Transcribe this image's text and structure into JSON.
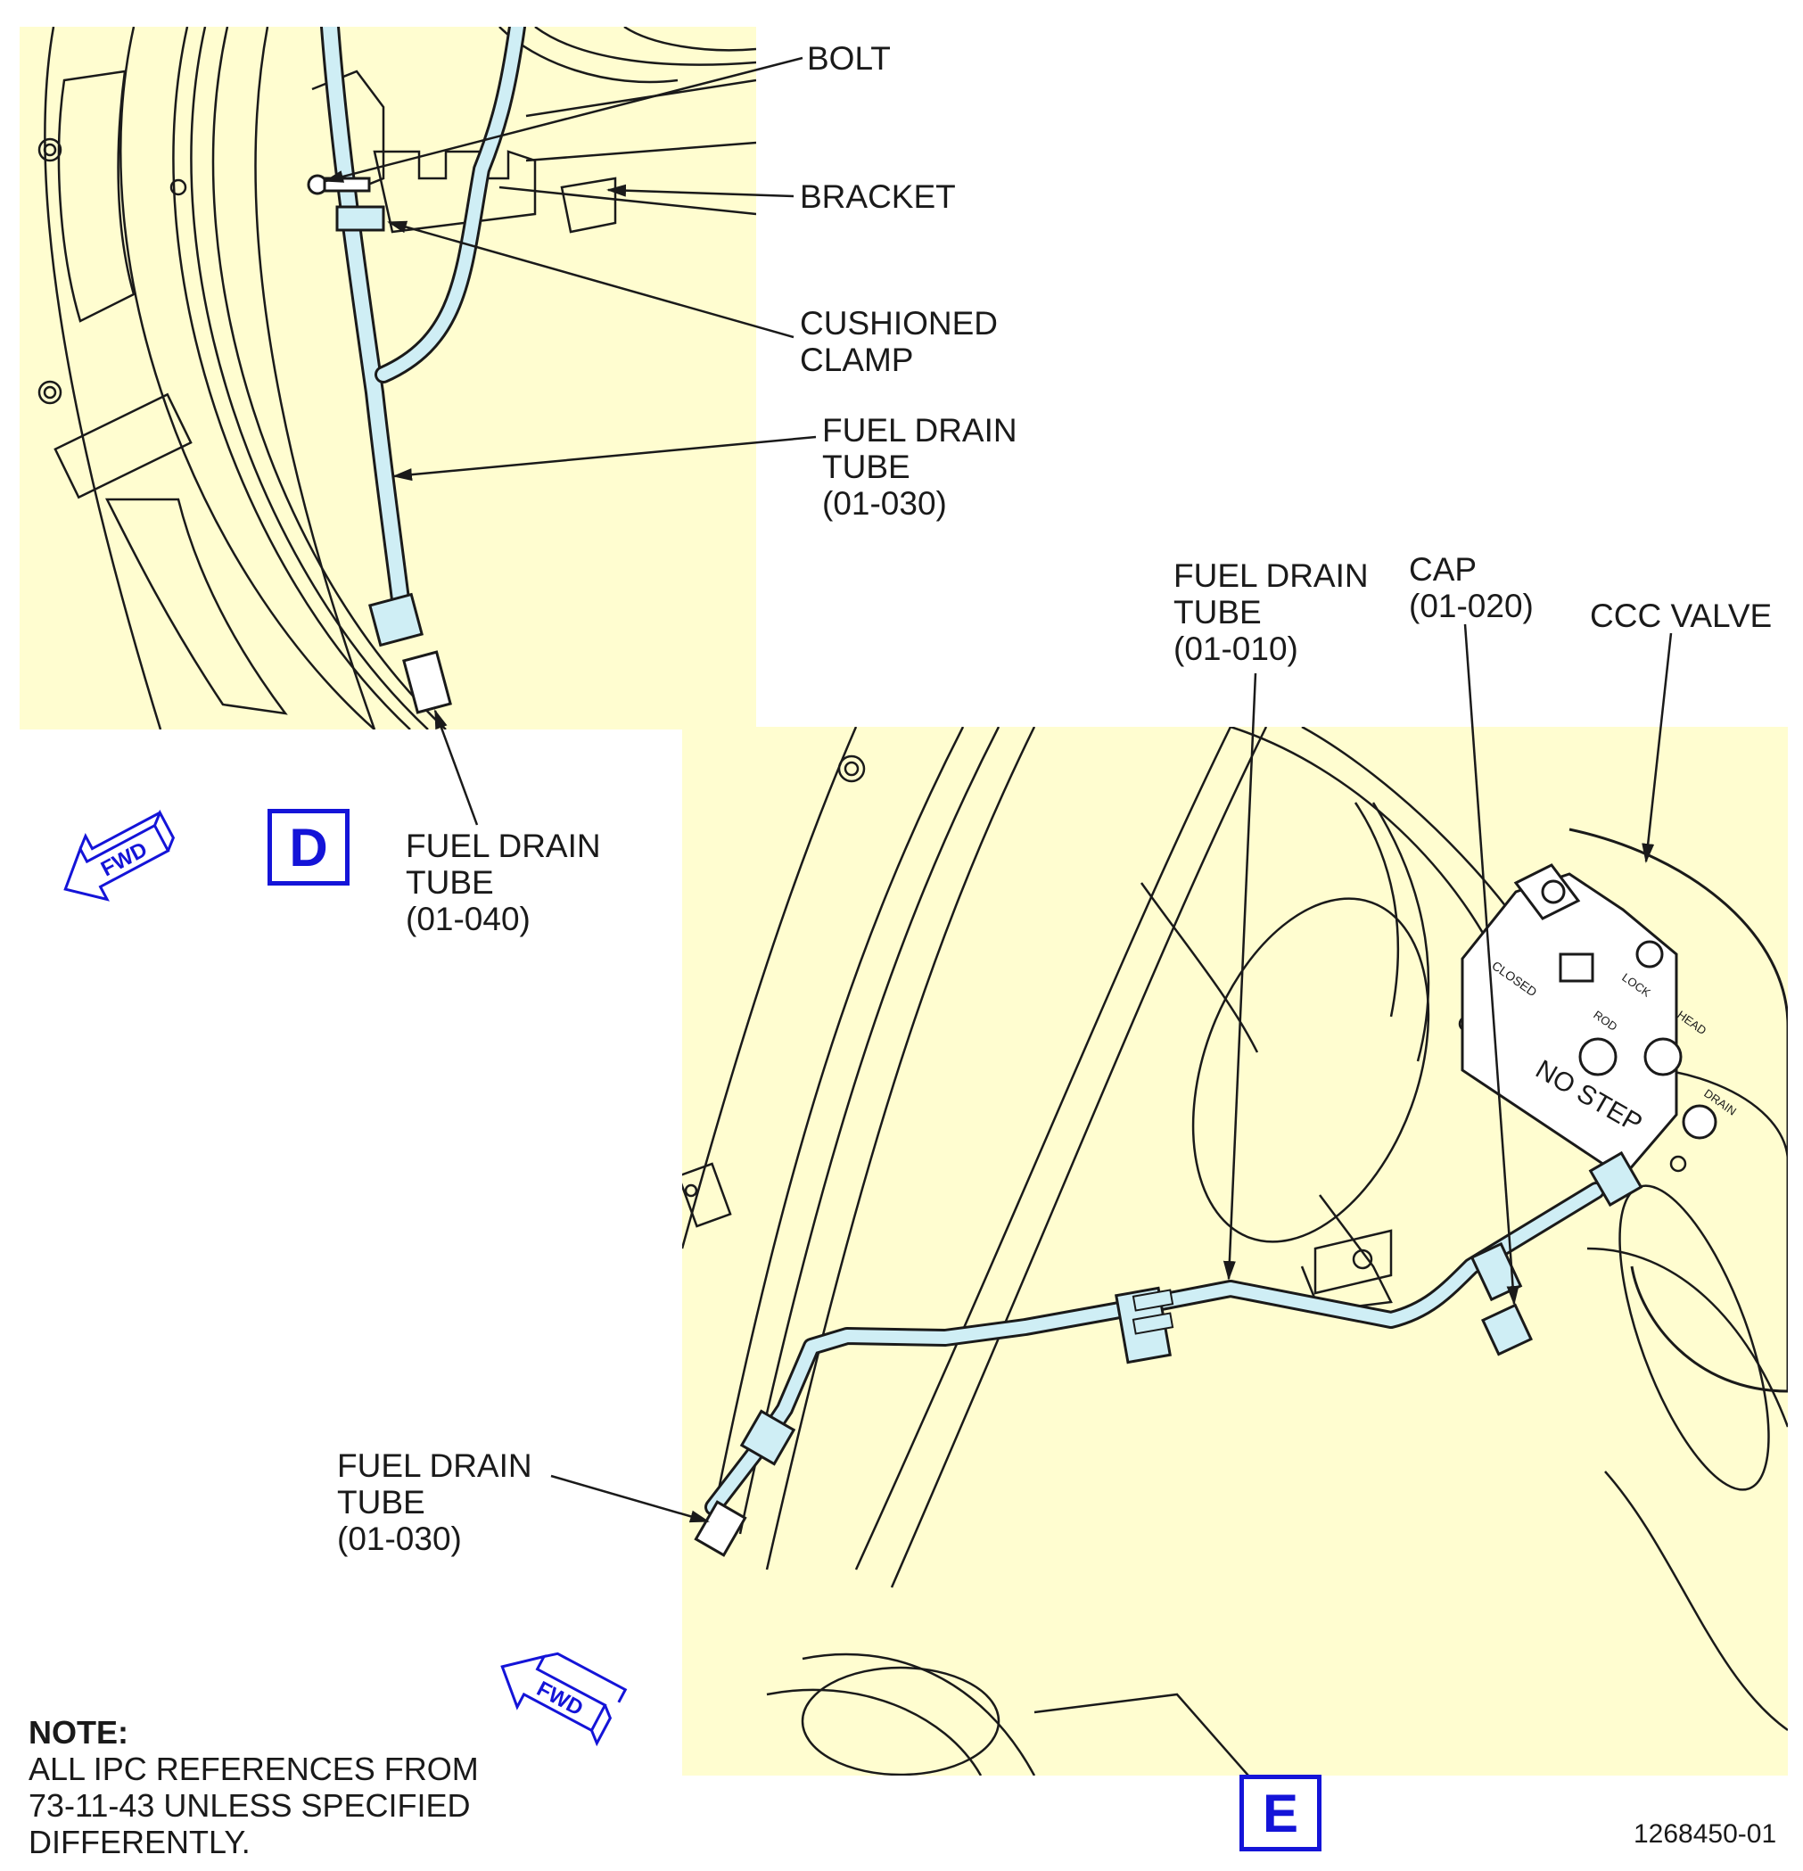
{
  "colors": {
    "panel_fill": "#fffdd0",
    "tube_fill": "#cfeef5",
    "line": "#1a1a1a",
    "fwd_arrow": "#1414d8",
    "view_label": "#1414d8"
  },
  "view_d": {
    "label": "D",
    "callouts": {
      "bolt": "BOLT",
      "bracket": "BRACKET",
      "cushioned_clamp": "CUSHIONED\nCLAMP",
      "fuel_drain_tube_030": "FUEL DRAIN\nTUBE\n(01-030)",
      "fuel_drain_tube_040": "FUEL DRAIN\nTUBE\n(01-040)"
    },
    "fwd_arrow": "FWD"
  },
  "view_e": {
    "label": "E",
    "callouts": {
      "fuel_drain_tube_010": "FUEL DRAIN\nTUBE\n(01-010)",
      "cap": "CAP\n(01-020)",
      "ccc_valve": "CCC VALVE",
      "fuel_drain_tube_030": "FUEL DRAIN\nTUBE\n(01-030)"
    },
    "fwd_arrow": "FWD",
    "valve_markings": {
      "no_step": "NO STEP",
      "closed": "CLOSED",
      "lock": "LOCK",
      "rod": "ROD",
      "head": "HEAD",
      "drain": "DRAIN"
    }
  },
  "note": {
    "title": "NOTE:",
    "body": "ALL IPC REFERENCES FROM\n73-11-43 UNLESS SPECIFIED\nDIFFERENTLY."
  },
  "figure_number": "1268450-01"
}
